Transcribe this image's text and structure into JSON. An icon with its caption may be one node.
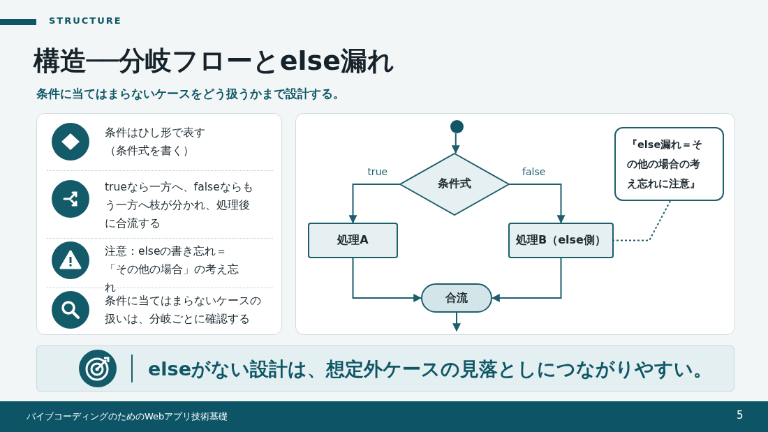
{
  "diagram": {
    "title": "構造──分岐フローとelse漏れ",
    "nodes": [
      {
        "text": [],
        "shape": "circle"
      },
      {
        "text": [
          "条件式"
        ]
      },
      {
        "text": [
          "処理A"
        ]
      },
      {
        "text": [
          "処理B（else側）"
        ]
      },
      {
        "text": [
          "合流"
        ]
      },
      {
        "text": [
          "『else漏れ＝その他の場合の考え忘れに注意』"
        ]
      }
    ],
    "edges": [
      {
        "from": 0,
        "to": 1,
        "arrow": "to"
      },
      {
        "from": 1,
        "to": 2,
        "arrow": "to",
        "label": "true"
      },
      {
        "from": 1,
        "to": 3,
        "arrow": "to",
        "label": "false"
      },
      {
        "from": 2,
        "to": 4,
        "arrow": "to"
      },
      {
        "from": 3,
        "to": 4,
        "arrow": "to"
      },
      {
        "from": 4,
        "to": null,
        "arrow": "to"
      },
      {
        "from": 5,
        "to": 3,
        "arrow": "none",
        "style": "dashed"
      }
    ],
    "labels": [
      "STRUCTURE",
      "条件に当てはまらないケースをどう扱うかまで設計する。",
      "条件はひし形で表す（条件式を書く）",
      "trueなら一方へ、falseならもう一方へ枝が分かれ、処理後に合流する",
      "注意：elseの書き忘れ＝「その他の場合」の考え忘れ",
      "条件に当てはまらないケースの扱いは、分岐ごとに確認する",
      "elseがない設計は、想定外ケースの見落としにつながりやすい。",
      "バイブコーディングのためのWebアプリ技術基礎",
      "5"
    ]
  }
}
